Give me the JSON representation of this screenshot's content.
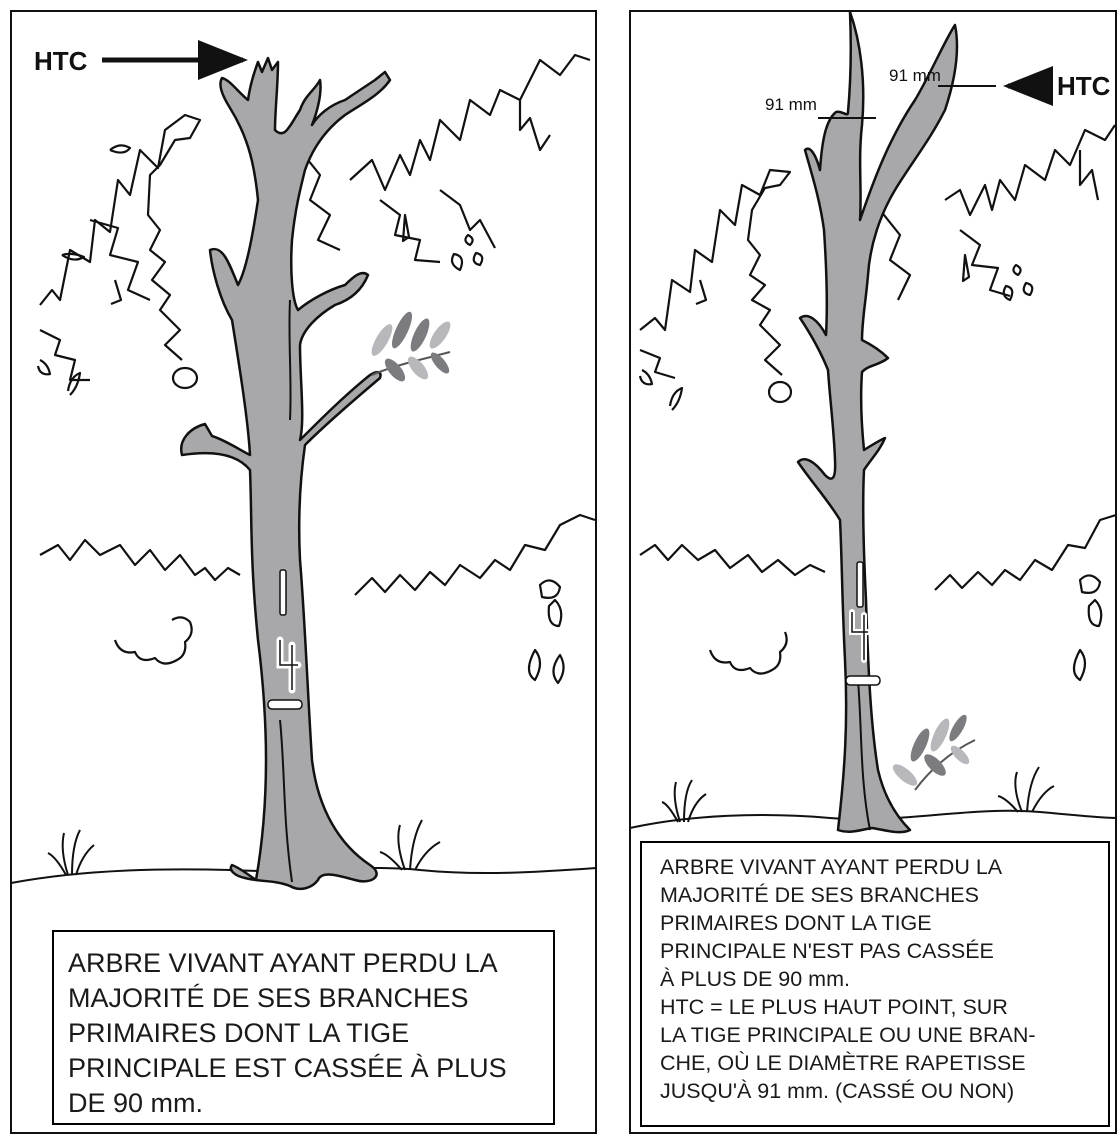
{
  "left_panel": {
    "htc_label": "HTC",
    "tree_tag": "14",
    "caption": "ARBRE VIVANT AYANT PERDU LA MAJORITÉ DE SES BRANCHES PRIMAIRES DONT LA TIGE PRINCIPALE EST CASSÉE À PLUS DE 90 mm."
  },
  "right_panel": {
    "htc_label": "HTC",
    "measure_label_1": "91 mm",
    "measure_label_2": "91 mm",
    "tree_tag": "14",
    "caption_lines": [
      "ARBRE VIVANT AYANT PERDU LA",
      "MAJORITÉ DE SES BRANCHES",
      "PRIMAIRES DONT LA TIGE",
      "PRINCIPALE N'EST PAS CASSÉE",
      "À PLUS DE 90 mm.",
      "HTC = LE PLUS HAUT POINT, SUR",
      "LA TIGE PRINCIPALE OU UNE BRAN-",
      "CHE, OÙ LE DIAMÈTRE RAPETISSE",
      "JUSQU'À 91 mm. (CASSÉ OU NON)"
    ]
  },
  "colors": {
    "trunk_fill": "#a8a8aa",
    "outline": "#111111",
    "leaf_dark": "#7c7c80",
    "leaf_light": "#b8b8bc"
  }
}
